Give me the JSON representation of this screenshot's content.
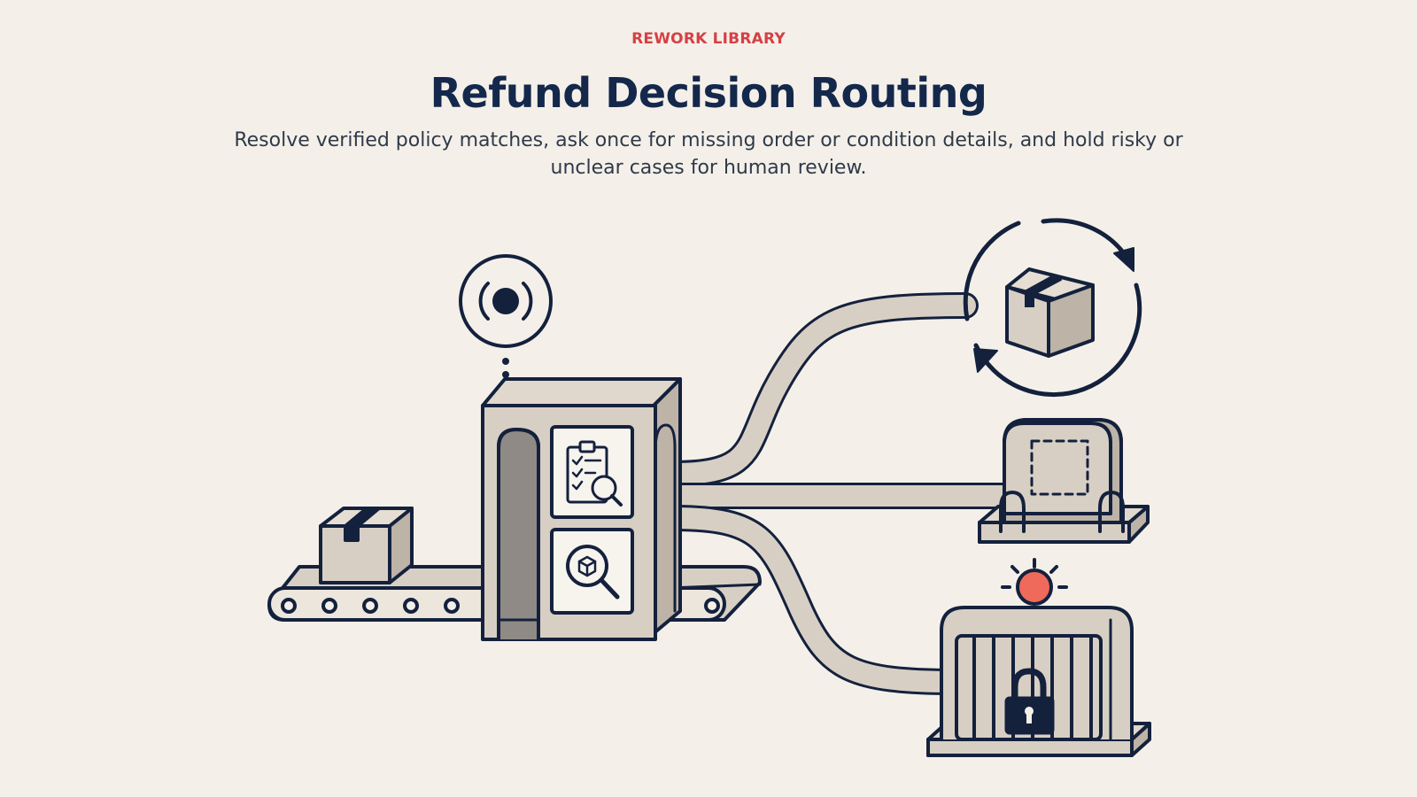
{
  "header": {
    "eyebrow": "REWORK LIBRARY",
    "title": "Refund Decision Routing",
    "subtitle": "Resolve verified policy matches, ask once for missing order or condition details, and hold risky or unclear cases for human review."
  },
  "colors": {
    "background": "#f4f0e9",
    "ink": "#14213d",
    "fill": "#d8cfc4",
    "shade": "#bdb3a7",
    "accent": "#d64045",
    "alert": "#ef6a5a"
  },
  "icons": [
    "package-icon",
    "signal-icon",
    "clipboard-checklist-icon",
    "magnifier-package-icon",
    "refund-cycle-icon",
    "empty-slot-tray-icon",
    "alert-light-icon",
    "padlock-icon"
  ]
}
